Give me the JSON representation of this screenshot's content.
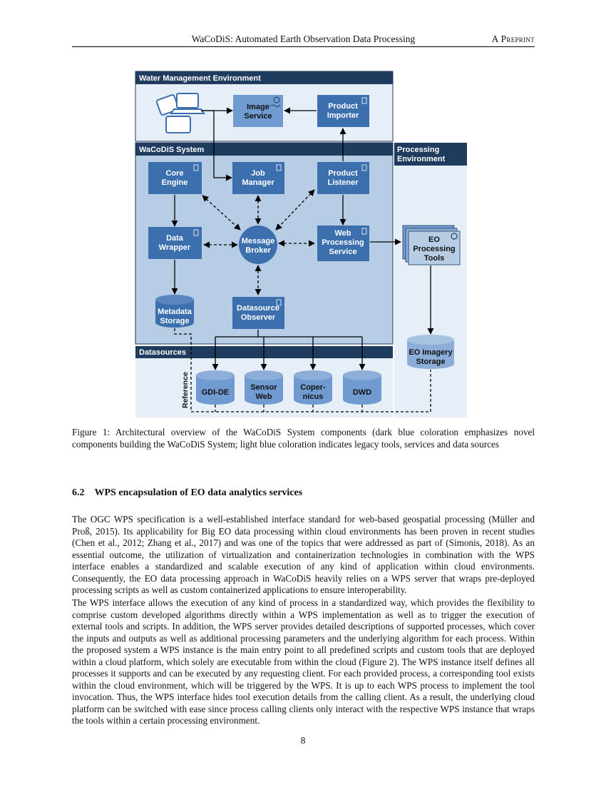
{
  "header": {
    "title": "WaCoDiS: Automated Earth Observation Data Processing",
    "tag": "A Preprint"
  },
  "figure": {
    "sections": {
      "water_management": "Water Management Environment",
      "wacodis_system": "WaCoDiS System",
      "processing_env_line1": "Processing",
      "processing_env_line2": "Environment",
      "datasources": "Datasources"
    },
    "components": {
      "image_service": [
        "Image",
        "Service"
      ],
      "product_importer": [
        "Product",
        "Importer"
      ],
      "core_engine": [
        "Core",
        "Engine"
      ],
      "job_manager": [
        "Job",
        "Manager"
      ],
      "product_listener": [
        "Product",
        "Listener"
      ],
      "data_wrapper": [
        "Data",
        "Wrapper"
      ],
      "message_broker": [
        "Message",
        "Broker"
      ],
      "web_processing_service": [
        "Web",
        "Processing",
        "Service"
      ],
      "eo_processing_tools": [
        "EO",
        "Processing",
        "Tools"
      ],
      "metadata_storage": [
        "Metadata",
        "Storage"
      ],
      "datasource_observer": [
        "Datasource",
        "Observer"
      ],
      "eo_imagery_storage": [
        "EO Imagery",
        "Storage"
      ],
      "reference_label": "Reference"
    },
    "datasources": {
      "gdi_de": [
        "GDI-DE"
      ],
      "sensor_web": [
        "Sensor",
        "Web"
      ],
      "copernicus": [
        "Coper-",
        "nicus"
      ],
      "dwd": [
        "DWD"
      ]
    },
    "colors": {
      "dark_blue": "#1f3b5e",
      "component_blue": "#3c6fad",
      "light_component": "#6f9bd1",
      "system_bg": "#b7cde6",
      "env_bg": "#e6eef8",
      "storage_blue": "#8caed8"
    }
  },
  "caption": "Figure 1: Architectural overview of the WaCoDiS System components (dark blue coloration emphasizes novel components building the WaCoDiS System; light blue coloration indicates legacy tools, services and data sources",
  "section": {
    "number": "6.2",
    "title": "WPS encapsulation of EO data analytics services"
  },
  "paragraphs": [
    "The OGC WPS specification is a well-established interface standard for web-based geospatial processing (Müller and Proß, 2015). Its applicability for Big EO data processing within cloud environments has been proven in recent studies (Chen et al., 2012; Zhang et al., 2017) and was one of the topics that were addressed as part of (Simonis, 2018). As an essential outcome, the utilization of virtualization and containerization technologies in combination with the WPS interface enables a standardized and scalable execution of any kind of application within cloud environments. Consequently, the EO data processing approach in WaCoDiS heavily relies on a WPS server that wraps pre-deployed processing scripts as well as custom containerized applications to ensure interoperability.",
    "The WPS interface allows the execution of any kind of process in a standardized way, which provides the flexibility to comprise custom developed algorithms directly within a WPS implementation as well as to trigger the execution of external tools and scripts. In addition, the WPS server provides detailed descriptions of supported processes, which cover the inputs and outputs as well as additional processing parameters and the underlying algorithm for each process. Within the proposed system a WPS instance is the main entry point to all predefined scripts and custom tools that are deployed within a cloud platform, which solely are executable from within the cloud (Figure 2). The WPS instance itself defines all processes it supports and can be executed by any requesting client. For each provided process, a corresponding tool exists within the cloud environment, which will be triggered by the WPS. It is up to each WPS process to implement the tool invocation. Thus, the WPS interface hides tool execution details from the calling client. As a result, the underlying cloud platform can be switched with ease since process calling clients only interact with the respective WPS instance that wraps the tools within a certain processing environment."
  ],
  "page_number": "8"
}
